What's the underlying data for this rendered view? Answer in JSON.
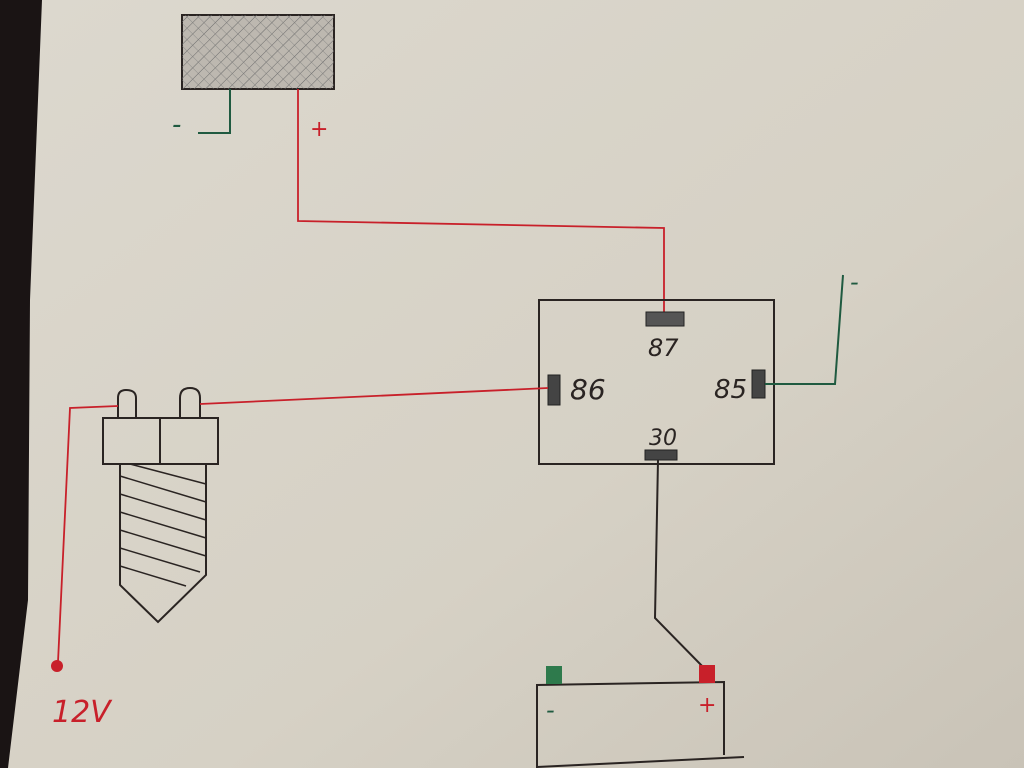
{
  "colors": {
    "paper": "#d6d1c6",
    "red_wire": "#c8202a",
    "green_wire": "#1f5a40",
    "ink": "#2a2422"
  },
  "lamp": {
    "minus_label": "-",
    "plus_label": "+"
  },
  "relay": {
    "pin_87": "87",
    "pin_86": "86",
    "pin_85": "85",
    "pin_30": "30"
  },
  "ground": {
    "label": "-"
  },
  "switch_feed": {
    "label": "12V"
  },
  "battery": {
    "minus_label": "-",
    "plus_label": "+"
  }
}
